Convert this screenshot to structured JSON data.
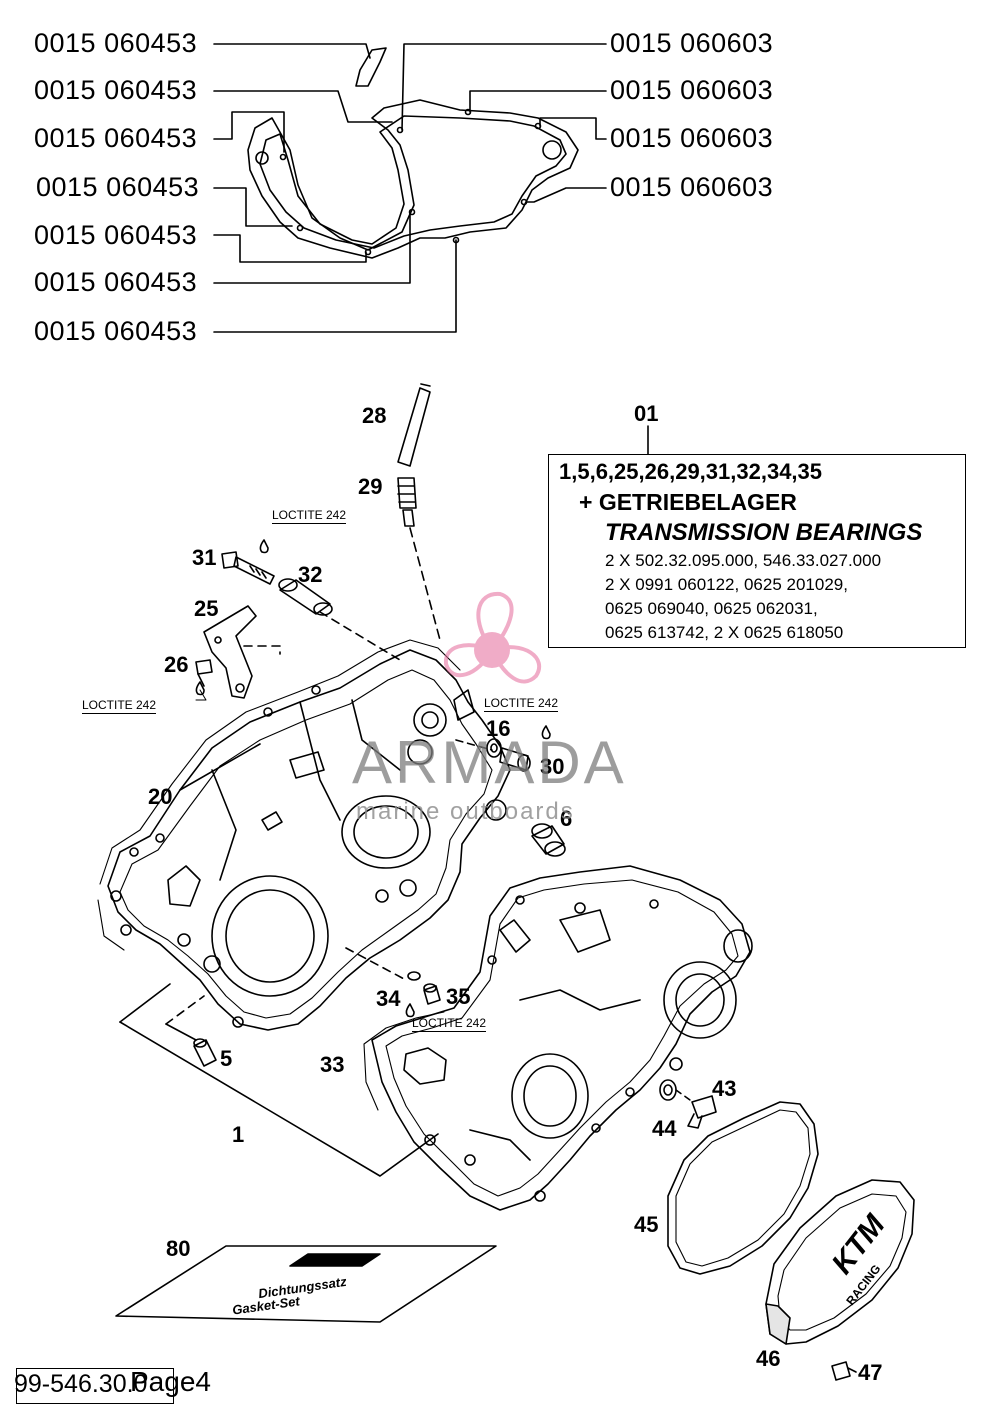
{
  "gasket_refs": {
    "left": [
      "0015 060453",
      "0015 060453",
      "0015 060453",
      "0015 060453",
      "0015 060453",
      "0015 060453",
      "0015 060453"
    ],
    "right": [
      "0015 060603",
      "0015 060603",
      "0015 060603",
      "0015 060603"
    ]
  },
  "part_numbers": {
    "p28": "28",
    "p29": "29",
    "p31": "31",
    "p32": "32",
    "p25": "25",
    "p26": "26",
    "p16": "16",
    "p30": "30",
    "p6": "6",
    "p20": "20",
    "p34": "34",
    "p35": "35",
    "p5": "5",
    "p33": "33",
    "p43": "43",
    "p44": "44",
    "p1": "1",
    "p45": "45",
    "p80": "80",
    "p46": "46",
    "p47": "47",
    "p01": "01"
  },
  "loctite": [
    "LOCTITE 242",
    "LOCTITE 242",
    "LOCTITE 242",
    "LOCTITE 242"
  ],
  "kit_box": {
    "parts": "1,5,6,25,26,29,31,32,34,35",
    "title_de": "+ GETRIEBELAGER",
    "title_en": "TRANSMISSION BEARINGS",
    "lines": [
      "2 X 502.32.095.000, 546.33.027.000",
      "2 X 0991 060122, 0625 201029,",
      "0625 069040, 0625 062031,",
      "0625 613742, 2 X 0625 618050"
    ]
  },
  "watermark": {
    "brand": "ARMADA",
    "tagline": "marine outboards"
  },
  "sheet": {
    "line1": "Dichtungssatz",
    "line2": "Gasket-Set"
  },
  "footer": {
    "code": "99-546.30.0",
    "page": "Page4"
  }
}
